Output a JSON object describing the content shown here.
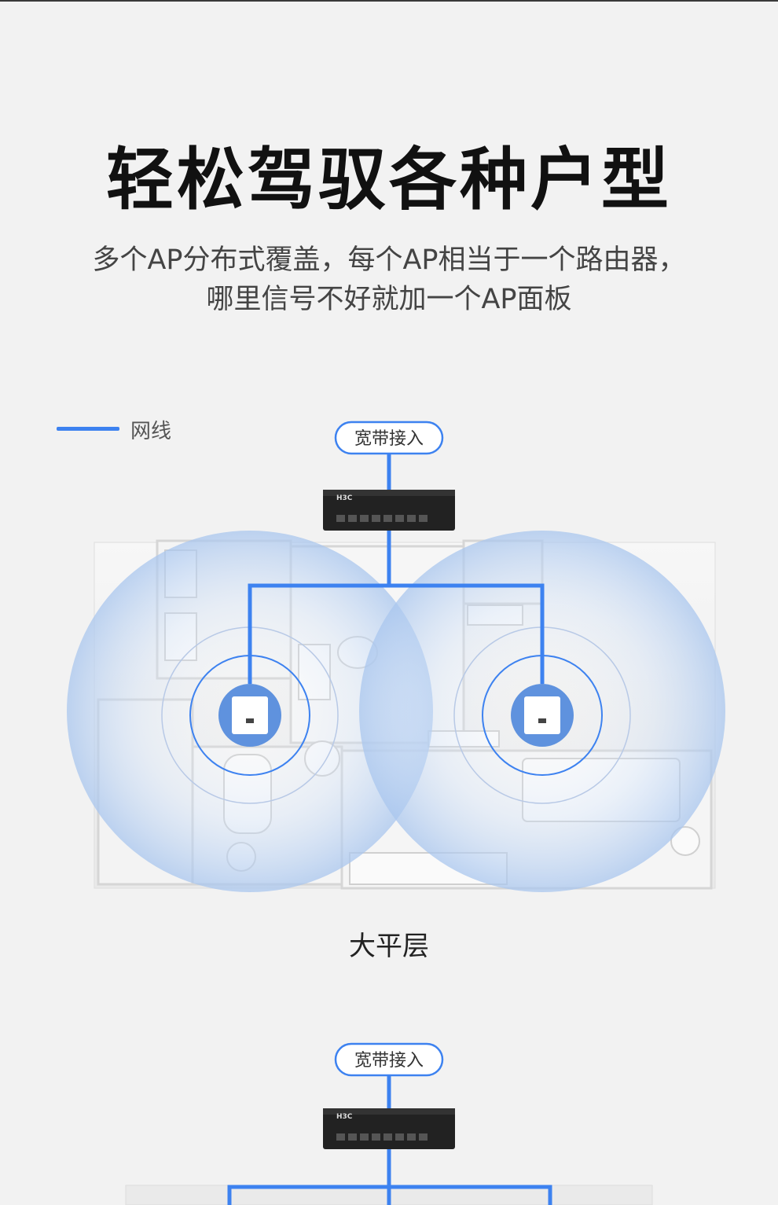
{
  "headline": "轻松驾驭各种户型",
  "subtitle_line1": "多个AP分布式覆盖，每个AP相当于一个路由器，",
  "subtitle_line2": "哪里信号不好就加一个AP面板",
  "legend": {
    "label": "网线",
    "color": "#3d82f0"
  },
  "nodes": {
    "broadband_label": "宽带接入",
    "switch_brand": "H3C"
  },
  "floorplans": [
    {
      "caption": "大平层"
    }
  ],
  "second_diagram": {
    "broadband_label": "宽带接入",
    "switch_brand": "H3C"
  },
  "colors": {
    "cable": "#3d82f0",
    "coverage": "#bcd3f3",
    "background": "#f2f2f2",
    "switch_body": "#222222"
  }
}
